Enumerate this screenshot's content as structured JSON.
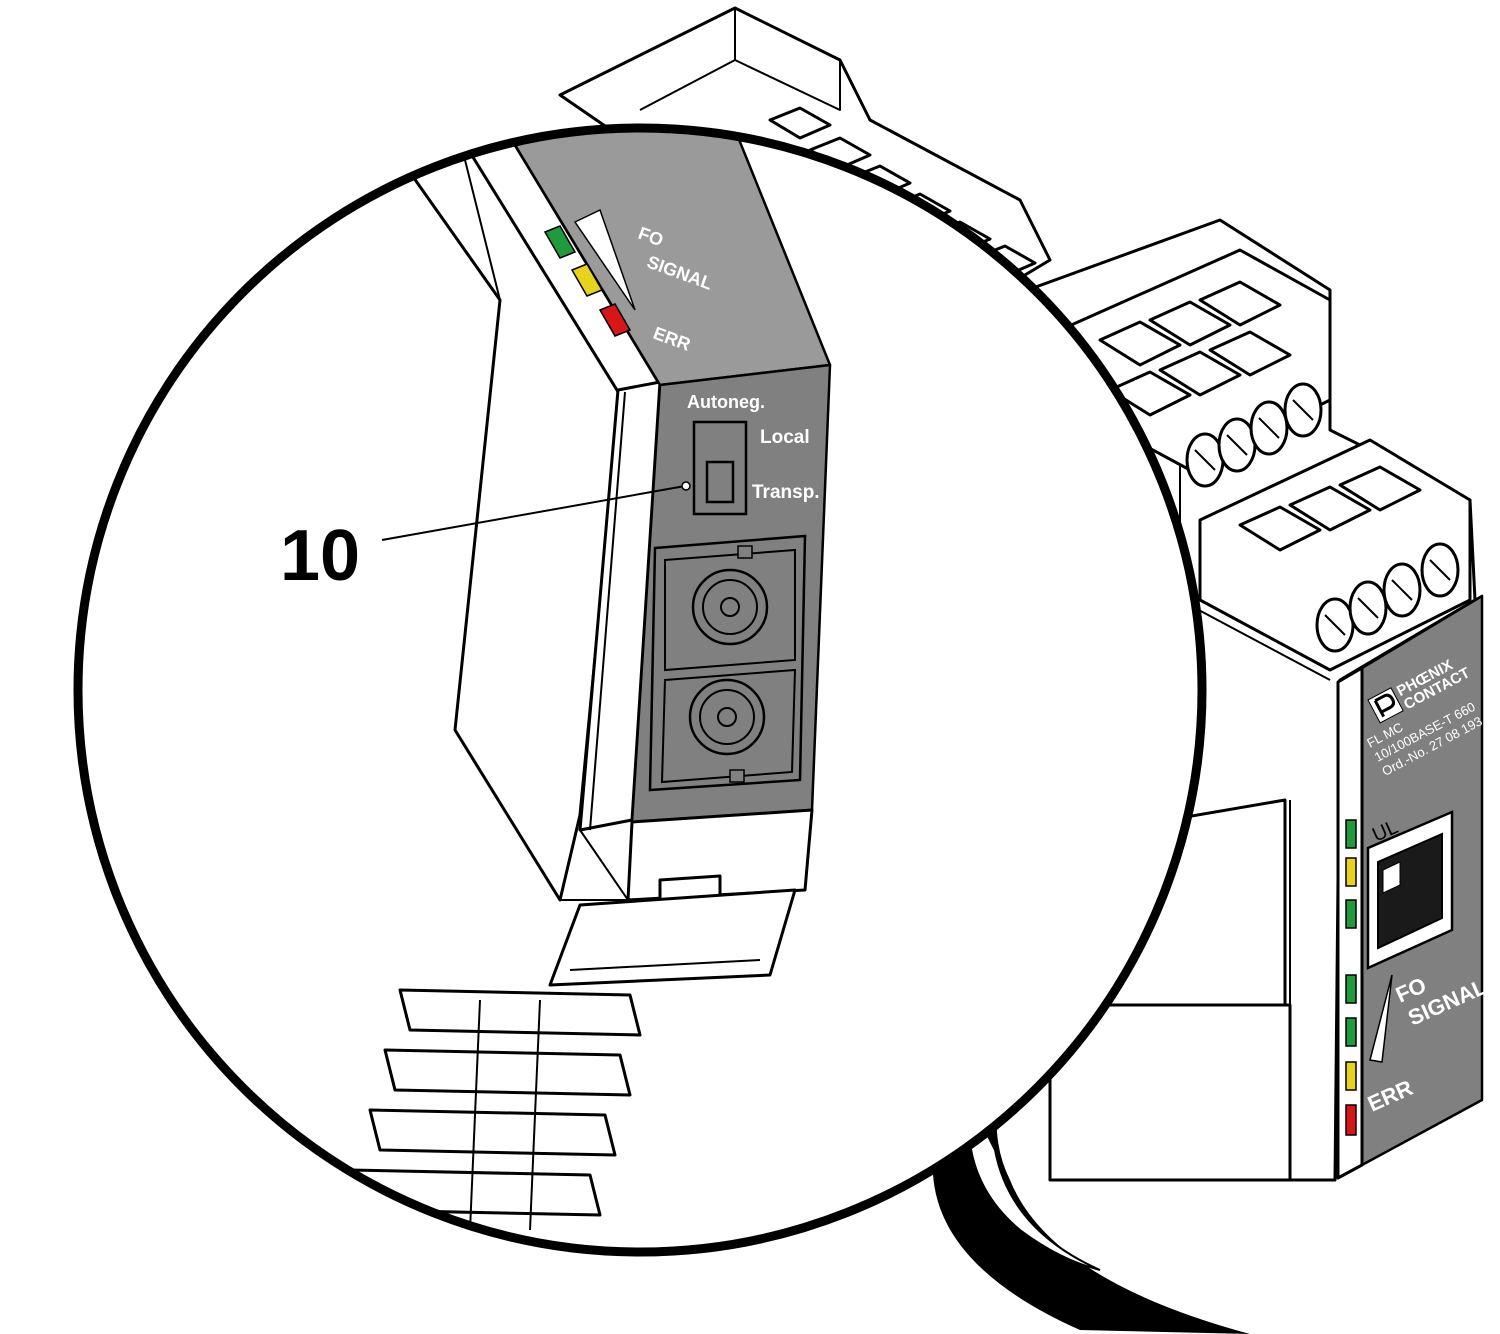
{
  "colors": {
    "panel_gray": "#808080",
    "panel_light": "#9a9a9a",
    "led_green": "#1f9a3c",
    "led_yellow": "#e8d21c",
    "led_red": "#d8161a",
    "outline": "#000000"
  },
  "callout": {
    "number": "10"
  },
  "zoom_panel": {
    "signal_line1": "FO",
    "signal_line2": "SIGNAL",
    "err": "ERR",
    "autoneg": "Autoneg.",
    "local": "Local",
    "transp": "Transp."
  },
  "device": {
    "brand_line1": "PHŒNIX",
    "brand_line2": "CONTACT",
    "model_line1": "FL MC",
    "model_line2": "10/100BASE-T 660",
    "order_no": "Ord.-No. 27 08 193",
    "ul": "UL",
    "signal_line1": "FO",
    "signal_line2": "SIGNAL",
    "err": "ERR"
  }
}
